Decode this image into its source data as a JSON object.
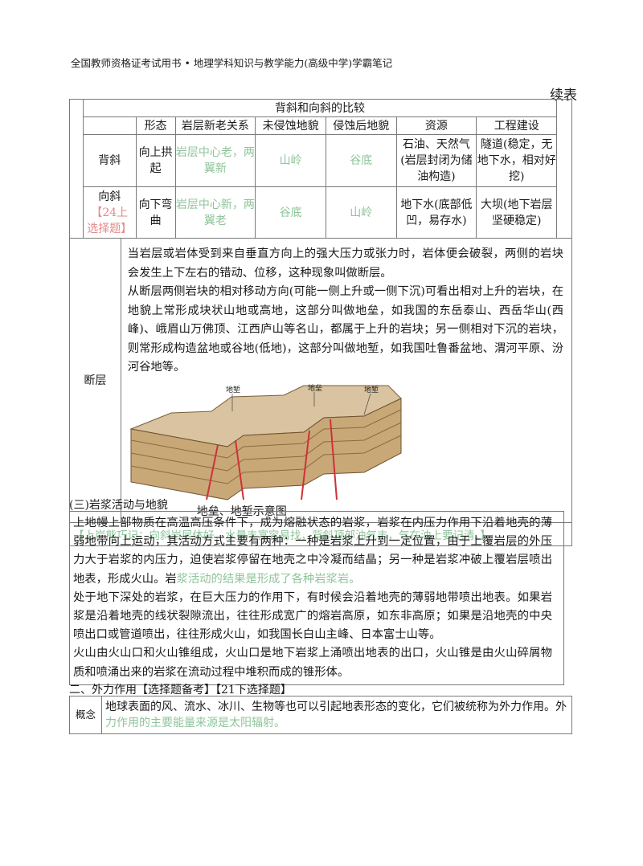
{
  "header": "全国教师资格证考试用书 • 地理学科知识与教学能力(高级中学)学霸笔记",
  "continued_label": "续表",
  "fold_table": {
    "title": "背斜和向斜的比较",
    "columns": [
      "形态",
      "岩层新老关系",
      "未侵蚀地貌",
      "侵蚀后地貌",
      "资源",
      "工程建设"
    ],
    "rows": [
      {
        "name": "背斜",
        "tag": "",
        "cells": [
          "向上拱起",
          "岩层中心老，两翼新",
          "山岭",
          "谷底",
          "石油、天然气(岩层封闭为储油构造)",
          "隧道(稳定，无地下水，相对好挖)"
        ]
      },
      {
        "name": "向斜",
        "tag": "【24上选择题】",
        "cells": [
          "向下弯曲",
          "岩层中心新，两翼老",
          "谷底",
          "山岭",
          "地下水(底部低凹，易存水)",
          "大坝(地下岩层坚硬稳定)"
        ]
      }
    ]
  },
  "fault": {
    "label": "断层",
    "para1": "当岩层或岩体受到来自垂直方向上的强大压力或张力时，岩体便会破裂，两侧的岩块会发生上下左右的错动、位移，这种现象叫做断层。",
    "para2": "从断层两侧岩块的相对移动方向(可能一侧上升或一侧下沉)可看出相对上升的岩块，在地貌上常形成块状山地或高地，这部分叫做地垒，如我国的东岳泰山、西岳华山(西峰)、峨眉山万佛顶、江西庐山等名山，都属于上升的岩块；另一侧相对下沉的岩块，则常形成构造盆地或谷地(低地)，这部分叫做地堑，如我国吐鲁番盆地、渭河平原、汾河谷地等。",
    "figure_labels": [
      "地堑",
      "地垒",
      "地堑"
    ],
    "figure_caption": "地垒、地堑示意图"
  },
  "tip": "【上岸熊巧记：向斜岩层体好，水量丰富容易找，背斜顶部油气丰，气在油上要记清。】",
  "section3": {
    "title": "(三)岩浆活动与地貌",
    "p1": "上地幔上部物质在高温高压条件下，成为熔融状态的岩浆，岩浆在内压力作用下沿着地壳的薄弱地带向上运动，其活动方式主要有两种：一种是岩浆上升到一定位置，由于上覆岩层的外压力大于岩浆的内压力，迫使岩浆停留在地壳之中冷凝而结晶；另一种是岩浆冲破上覆岩层喷出地表，形成火山。岩",
    "p1_green": "浆活动的结果是形成了各种岩浆岩。",
    "p2": "处于地下深处的岩浆，在巨大压力的作用下，有时候会沿着地壳的薄弱地带喷出地表。如果岩浆是沿着地壳的线状裂隙流出，往往形成宽广的熔岩高原，如东非高原；如果是沿地壳的中央喷出口或管道喷出，往往形成火山，如我国长白山主峰、日本富士山等。",
    "p3": "火山由火山口和火山锥组成，火山口是地下岩浆上涌喷出地表的出口，火山锥是由火山碎屑物质和喷涌出来的岩浆在流动过程中堆积而成的锥形体。"
  },
  "section_external": {
    "title": "二、外力作用【选择题备考】【21下选择题】",
    "label": "概念",
    "text": "地球表面的风、流水、冰川、生物等也可以引起地表形态的变化，它们被统称为外力作用。外",
    "text_green": "力作用的主要能量来源是太阳辐射。"
  },
  "colors": {
    "green_note": "#8fc49a",
    "red_tag": "#e58a8a",
    "border": "#7a7a7a"
  }
}
